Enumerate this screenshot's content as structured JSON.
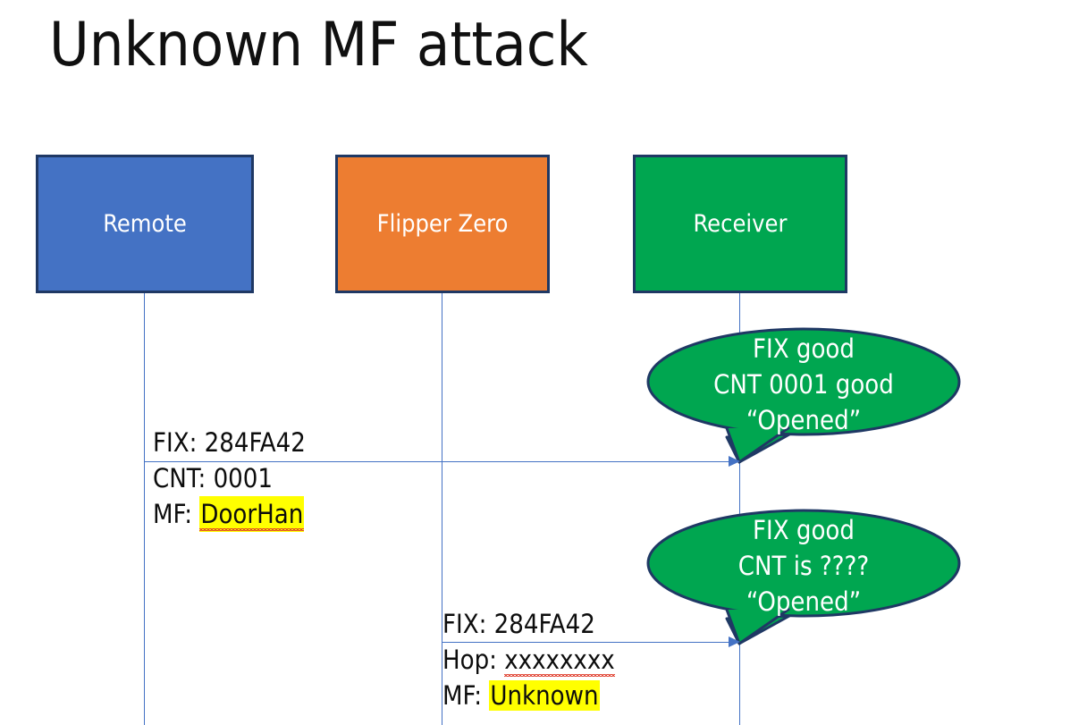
{
  "slide": {
    "title": "Unknown MF attack",
    "colors": {
      "remote": "#4472C4",
      "flipper": "#ED7D31",
      "receiver": "#00A650",
      "box_border": "#1F3864",
      "arrow": "#4472C4",
      "highlight": "#FFFF00",
      "bubble_fill": "#00A650",
      "bubble_stroke": "#1F3864",
      "text": "#0D0D0D"
    }
  },
  "actors": [
    {
      "id": "remote",
      "label": "Remote"
    },
    {
      "id": "flipper",
      "label": "Flipper Zero"
    },
    {
      "id": "receiver",
      "label": "Receiver"
    }
  ],
  "messages": [
    {
      "id": "msg-1",
      "from": "remote",
      "to": "receiver",
      "lines": [
        {
          "label": "FIX: ",
          "value": "284FA42",
          "highlighted": false,
          "misspelled": false
        },
        {
          "label": "CNT: ",
          "value": "0001",
          "highlighted": false,
          "misspelled": false
        },
        {
          "label": "MF: ",
          "value": "DoorHan",
          "highlighted": true,
          "misspelled": true
        }
      ]
    },
    {
      "id": "msg-2",
      "from": "flipper",
      "to": "receiver",
      "lines": [
        {
          "label": "FIX: ",
          "value": "284FA42",
          "highlighted": false,
          "misspelled": false
        },
        {
          "label": "Hop: ",
          "value": "xxxxxxxx",
          "highlighted": false,
          "misspelled": true
        },
        {
          "label": "MF: ",
          "value": "Unknown",
          "highlighted": true,
          "misspelled": false
        }
      ]
    }
  ],
  "callouts": [
    {
      "id": "callout-1",
      "anchor": "receiver",
      "line1": "FIX good",
      "line2": "CNT 0001 good",
      "line3": "“Opened”"
    },
    {
      "id": "callout-2",
      "anchor": "receiver",
      "line1": "FIX good",
      "line2": "CNT is ????",
      "line3": "“Opened”"
    }
  ]
}
